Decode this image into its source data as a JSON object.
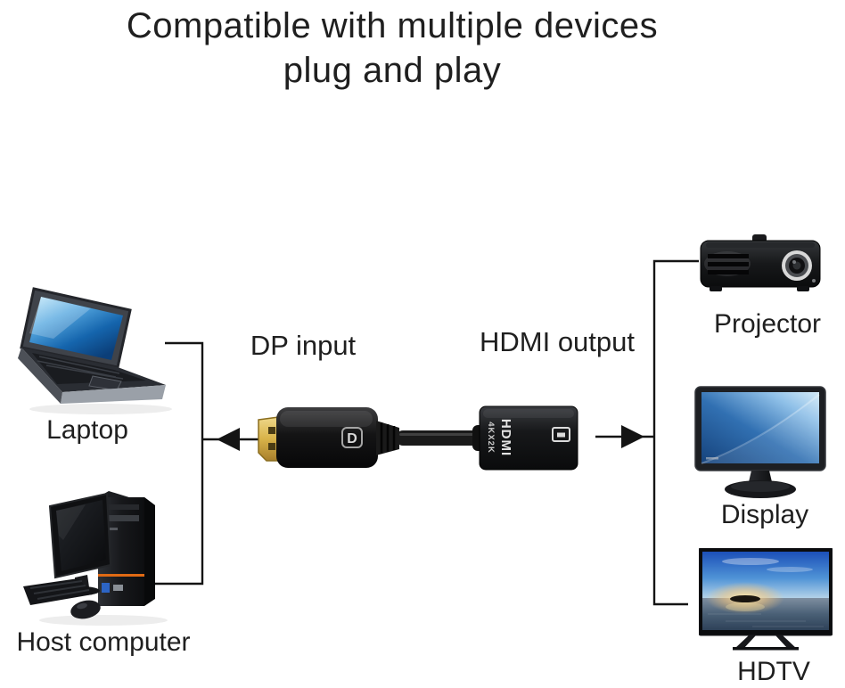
{
  "title": {
    "line1": "Compatible with multiple devices",
    "line2": "plug and play"
  },
  "adapter": {
    "dp_label": "DP input",
    "hdmi_label": "HDMI output",
    "body_text": "HDMI",
    "body_subtext": "4KX2K",
    "dp_logo_letter": "D"
  },
  "sources": [
    {
      "label": "Laptop"
    },
    {
      "label": "Host computer"
    }
  ],
  "outputs": [
    {
      "label": "Projector"
    },
    {
      "label": "Display"
    },
    {
      "label": "HDTV"
    }
  ],
  "icons": {
    "left_arrow": "arrow-left",
    "right_arrow": "arrow-right",
    "hdmi_port": "hdmi-port"
  },
  "colors": {
    "background": "#ffffff",
    "text": "#1f1f1f",
    "line": "#141414",
    "screen_blue": "#2f6db3",
    "accent_orange": "#e06a14",
    "connector_gold": "#d9b44a"
  }
}
